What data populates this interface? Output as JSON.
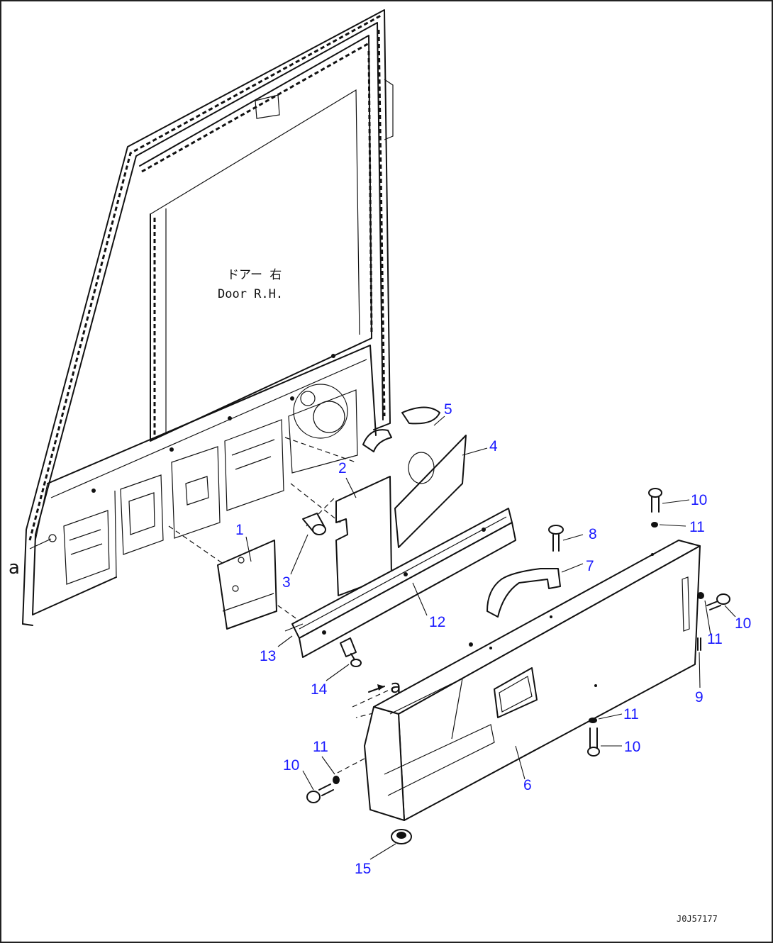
{
  "diagram": {
    "door_label_jp": "ドアー 右",
    "door_label_en": "Door R.H.",
    "ref_letter": "a",
    "drawing_code": "J0J57177",
    "callouts": [
      "1",
      "2",
      "3",
      "4",
      "5",
      "6",
      "7",
      "8",
      "9",
      "10",
      "11",
      "12",
      "13",
      "14",
      "15"
    ]
  },
  "colors": {
    "callout": "#1a1aff",
    "line": "#111111"
  }
}
